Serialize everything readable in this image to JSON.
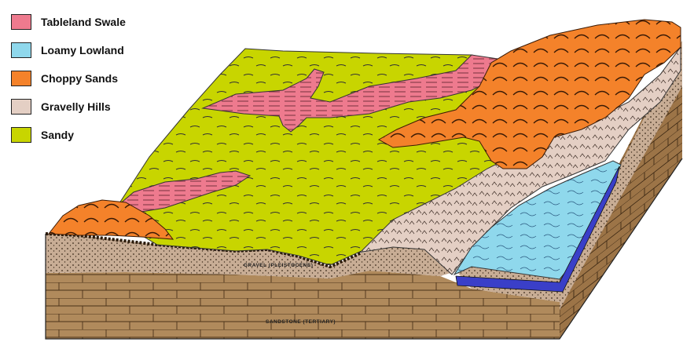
{
  "legend": {
    "items": [
      {
        "label": "Tableland Swale",
        "color": "#ee7a8e"
      },
      {
        "label": "Loamy Lowland",
        "color": "#8fd8ec"
      },
      {
        "label": "Choppy Sands",
        "color": "#f4822a"
      },
      {
        "label": "Gravelly Hills",
        "color": "#e4cfc4"
      },
      {
        "label": "Sandy",
        "color": "#c8d500"
      }
    ]
  },
  "strata": {
    "gravel": "GRAVEL (PLEISTOCENE)",
    "sandstone": "SANDSTONE (TERTIARY)"
  },
  "colors": {
    "tableland_swale": "#ee7a8e",
    "loamy_lowland": "#8fd8ec",
    "choppy_sands": "#f4822a",
    "gravelly_hills": "#e4cfc4",
    "sandy": "#c8d500",
    "gravel_layer": "#c8ad95",
    "sandstone_layer": "#b08a5c",
    "river": "#3a3fc8"
  }
}
